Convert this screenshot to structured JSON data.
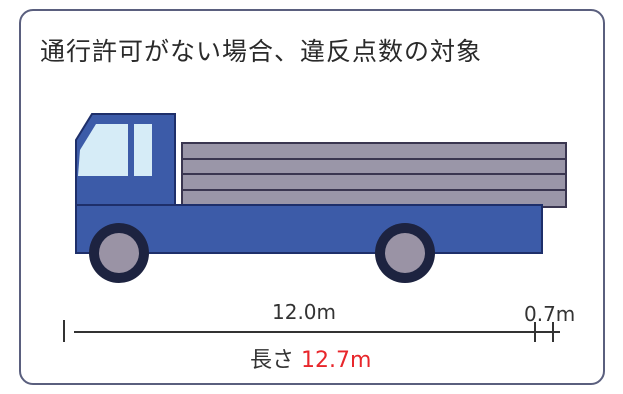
{
  "title": "通行許可がない場合、違反点数の対象",
  "dimensions": {
    "body_length": "12.0m",
    "overhang": "0.7m"
  },
  "total": {
    "label": "長さ",
    "value": "12.7m"
  },
  "colors": {
    "truck_body": "#3c5ba8",
    "cargo_slats": "#9a96a8",
    "wheel": "#9a93a5",
    "window": "#d6ecf7",
    "accent": "#e8262b"
  },
  "icons": {
    "truck": "truck-icon"
  }
}
